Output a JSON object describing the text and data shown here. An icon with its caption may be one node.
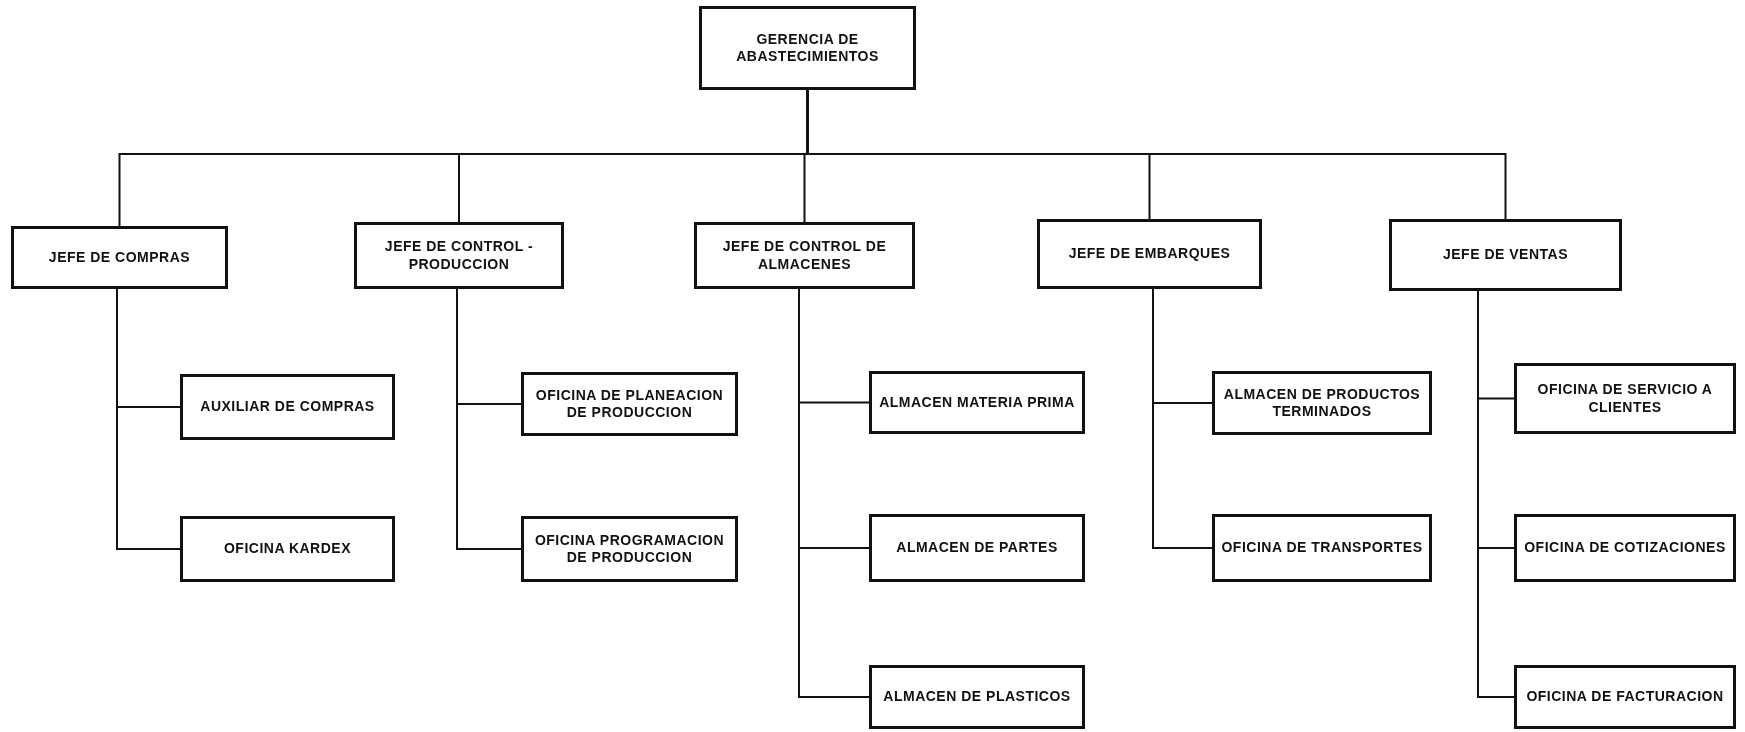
{
  "diagram": {
    "nodes": [
      {
        "text": [
          "GERENCIA DE ABASTECIMIENTOS"
        ]
      },
      {
        "text": [
          "JEFE DE COMPRAS"
        ]
      },
      {
        "text": [
          "JEFE DE CONTROL - PRODUCCION"
        ]
      },
      {
        "text": [
          "JEFE DE CONTROL DE ALMACENES"
        ]
      },
      {
        "text": [
          "JEFE DE EMBARQUES"
        ]
      },
      {
        "text": [
          "JEFE DE VENTAS"
        ]
      },
      {
        "text": [
          "AUXILIAR DE COMPRAS"
        ]
      },
      {
        "text": [
          "OFICINA KARDEX"
        ]
      },
      {
        "text": [
          "OFICINA DE PLANEACION DE PRODUCCION"
        ]
      },
      {
        "text": [
          "OFICINA PROGRAMACION DE PRODUCCION"
        ]
      },
      {
        "text": [
          "ALMACEN MATERIA PRIMA"
        ]
      },
      {
        "text": [
          "ALMACEN DE PARTES"
        ]
      },
      {
        "text": [
          "ALMACEN DE PLASTICOS"
        ]
      },
      {
        "text": [
          "ALMACEN DE PRODUCTOS TERMINADOS"
        ]
      },
      {
        "text": [
          "OFICINA DE TRANSPORTES"
        ]
      },
      {
        "text": [
          "OFICINA DE SERVICIO A CLIENTES"
        ]
      },
      {
        "text": [
          "OFICINA DE COTIZACIONES"
        ]
      },
      {
        "text": [
          "OFICINA DE FACTURACION"
        ]
      }
    ],
    "edges": [
      {
        "from": 0,
        "to": 1,
        "arrow": "none"
      },
      {
        "from": 0,
        "to": 2,
        "arrow": "none"
      },
      {
        "from": 0,
        "to": 3,
        "arrow": "none"
      },
      {
        "from": 0,
        "to": 4,
        "arrow": "none"
      },
      {
        "from": 0,
        "to": 5,
        "arrow": "none"
      },
      {
        "from": 1,
        "to": 6,
        "arrow": "none"
      },
      {
        "from": 1,
        "to": 7,
        "arrow": "none"
      },
      {
        "from": 2,
        "to": 8,
        "arrow": "none"
      },
      {
        "from": 2,
        "to": 9,
        "arrow": "none"
      },
      {
        "from": 3,
        "to": 10,
        "arrow": "none"
      },
      {
        "from": 3,
        "to": 11,
        "arrow": "none"
      },
      {
        "from": 3,
        "to": 12,
        "arrow": "none"
      },
      {
        "from": 4,
        "to": 13,
        "arrow": "none"
      },
      {
        "from": 4,
        "to": 14,
        "arrow": "none"
      },
      {
        "from": 5,
        "to": 15,
        "arrow": "none"
      },
      {
        "from": 5,
        "to": 16,
        "arrow": "none"
      },
      {
        "from": 5,
        "to": 17,
        "arrow": "none"
      }
    ]
  }
}
